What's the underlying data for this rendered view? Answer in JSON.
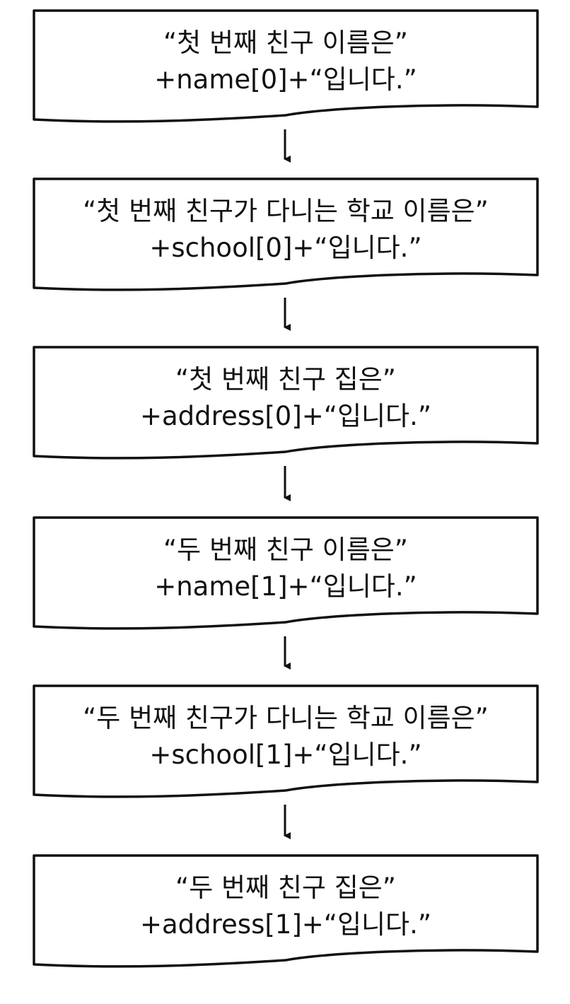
{
  "flowchart": {
    "steps": [
      {
        "line1": "“첫 번째 친구 이름은”",
        "line2": "+name[0]+“입니다.”"
      },
      {
        "line1": "“첫 번째 친구가 다니는 학교 이름은”",
        "line2": "+school[0]+“입니다.”"
      },
      {
        "line1": "“첫 번째 친구 집은”",
        "line2": "+address[0]+“입니다.”"
      },
      {
        "line1": "“두 번째 친구 이름은”",
        "line2": "+name[1]+“입니다.”"
      },
      {
        "line1": "“두 번째 친구가 다니는 학교 이름은”",
        "line2": "+school[1]+“입니다.”"
      },
      {
        "line1": "“두 번째 친구 집은”",
        "line2": "+address[1]+“입니다.”"
      }
    ],
    "colors": {
      "stroke": "#111111",
      "fill": "#ffffff"
    }
  }
}
